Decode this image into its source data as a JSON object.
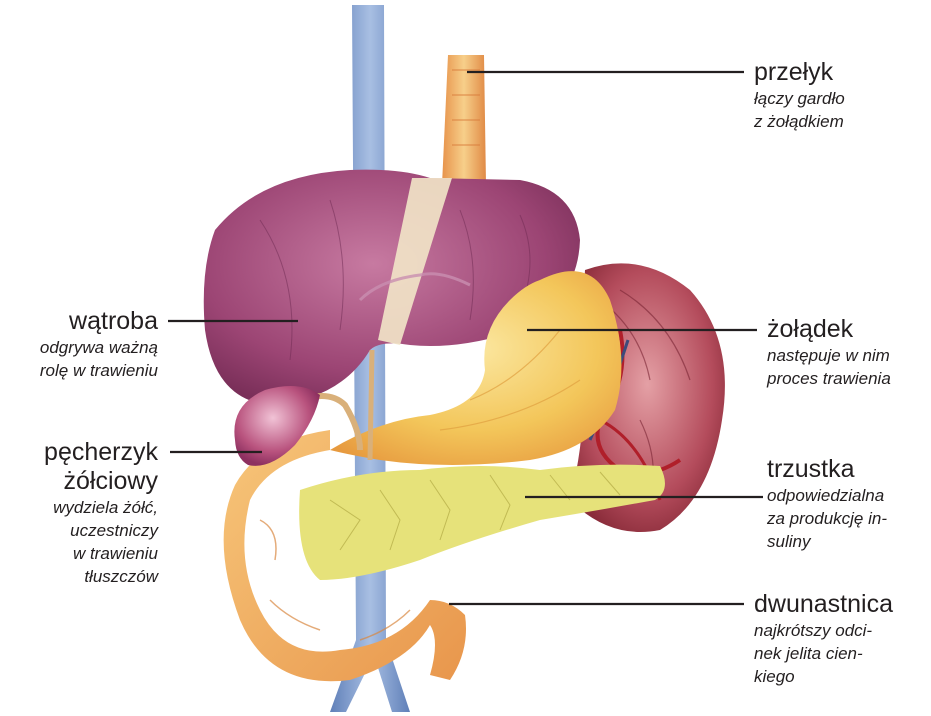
{
  "labels": {
    "przelyk": {
      "name": "przełyk",
      "desc": [
        "łączy gardło",
        "z żołądkiem"
      ]
    },
    "watroba": {
      "name": "wątroba",
      "desc": [
        "odgrywa ważną",
        "rolę w trawieniu"
      ]
    },
    "pecherzyk": {
      "name": [
        "pęcherzyk",
        "żółciowy"
      ],
      "desc": [
        "wydziela żółć,",
        "uczestniczy",
        "w trawieniu",
        "tłuszczów"
      ]
    },
    "zoladek": {
      "name": "żołądek",
      "desc": [
        "następuje w nim",
        "proces trawienia"
      ]
    },
    "trzustka": {
      "name": "trzustka",
      "desc": [
        "odpowiedzialna",
        "za produkcję in-",
        "suliny"
      ]
    },
    "dwunastnica": {
      "name": "dwunastnica",
      "desc": [
        "najkrótszy odci-",
        "nek jelita cien-",
        "kiego"
      ]
    }
  },
  "colors": {
    "liver": "#a24a78",
    "stomach": "#f2c45a",
    "pancreas": "#e6e27a",
    "vessel_blue": "#7f9dcc",
    "esophagus": "#f2b46a",
    "spleen": "#b84a5a",
    "leader_line": "#231f20"
  }
}
